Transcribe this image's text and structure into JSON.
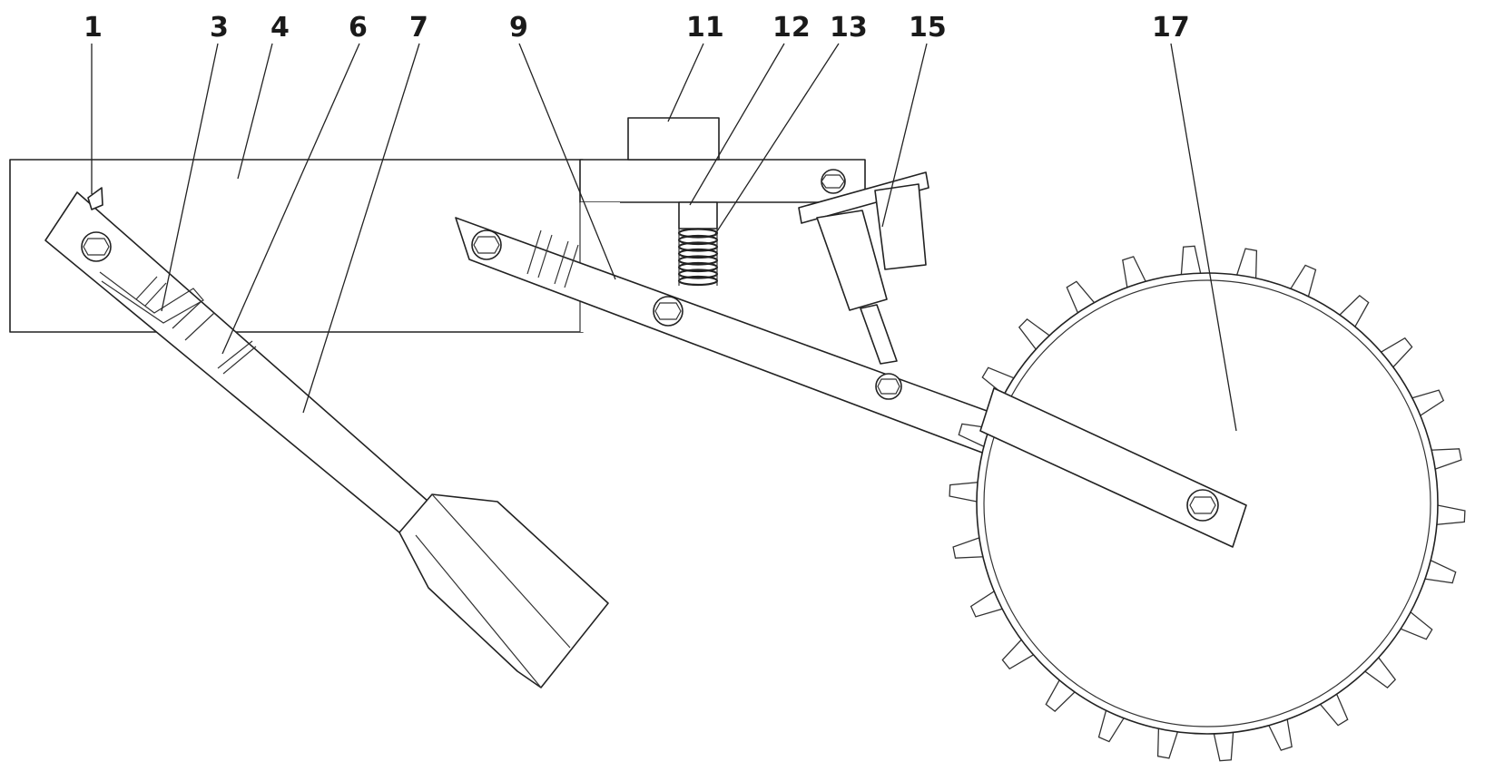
{
  "labels": [
    {
      "id": "1",
      "text": "1"
    },
    {
      "id": "3",
      "text": "3"
    },
    {
      "id": "4",
      "text": "4"
    },
    {
      "id": "6",
      "text": "6"
    },
    {
      "id": "7",
      "text": "7"
    },
    {
      "id": "9",
      "text": "9"
    },
    {
      "id": "11",
      "text": "11"
    },
    {
      "id": "12",
      "text": "12"
    },
    {
      "id": "13",
      "text": "13"
    },
    {
      "id": "15",
      "text": "15"
    },
    {
      "id": "17",
      "text": "17"
    }
  ],
  "wheel": {
    "teeth": 26
  }
}
